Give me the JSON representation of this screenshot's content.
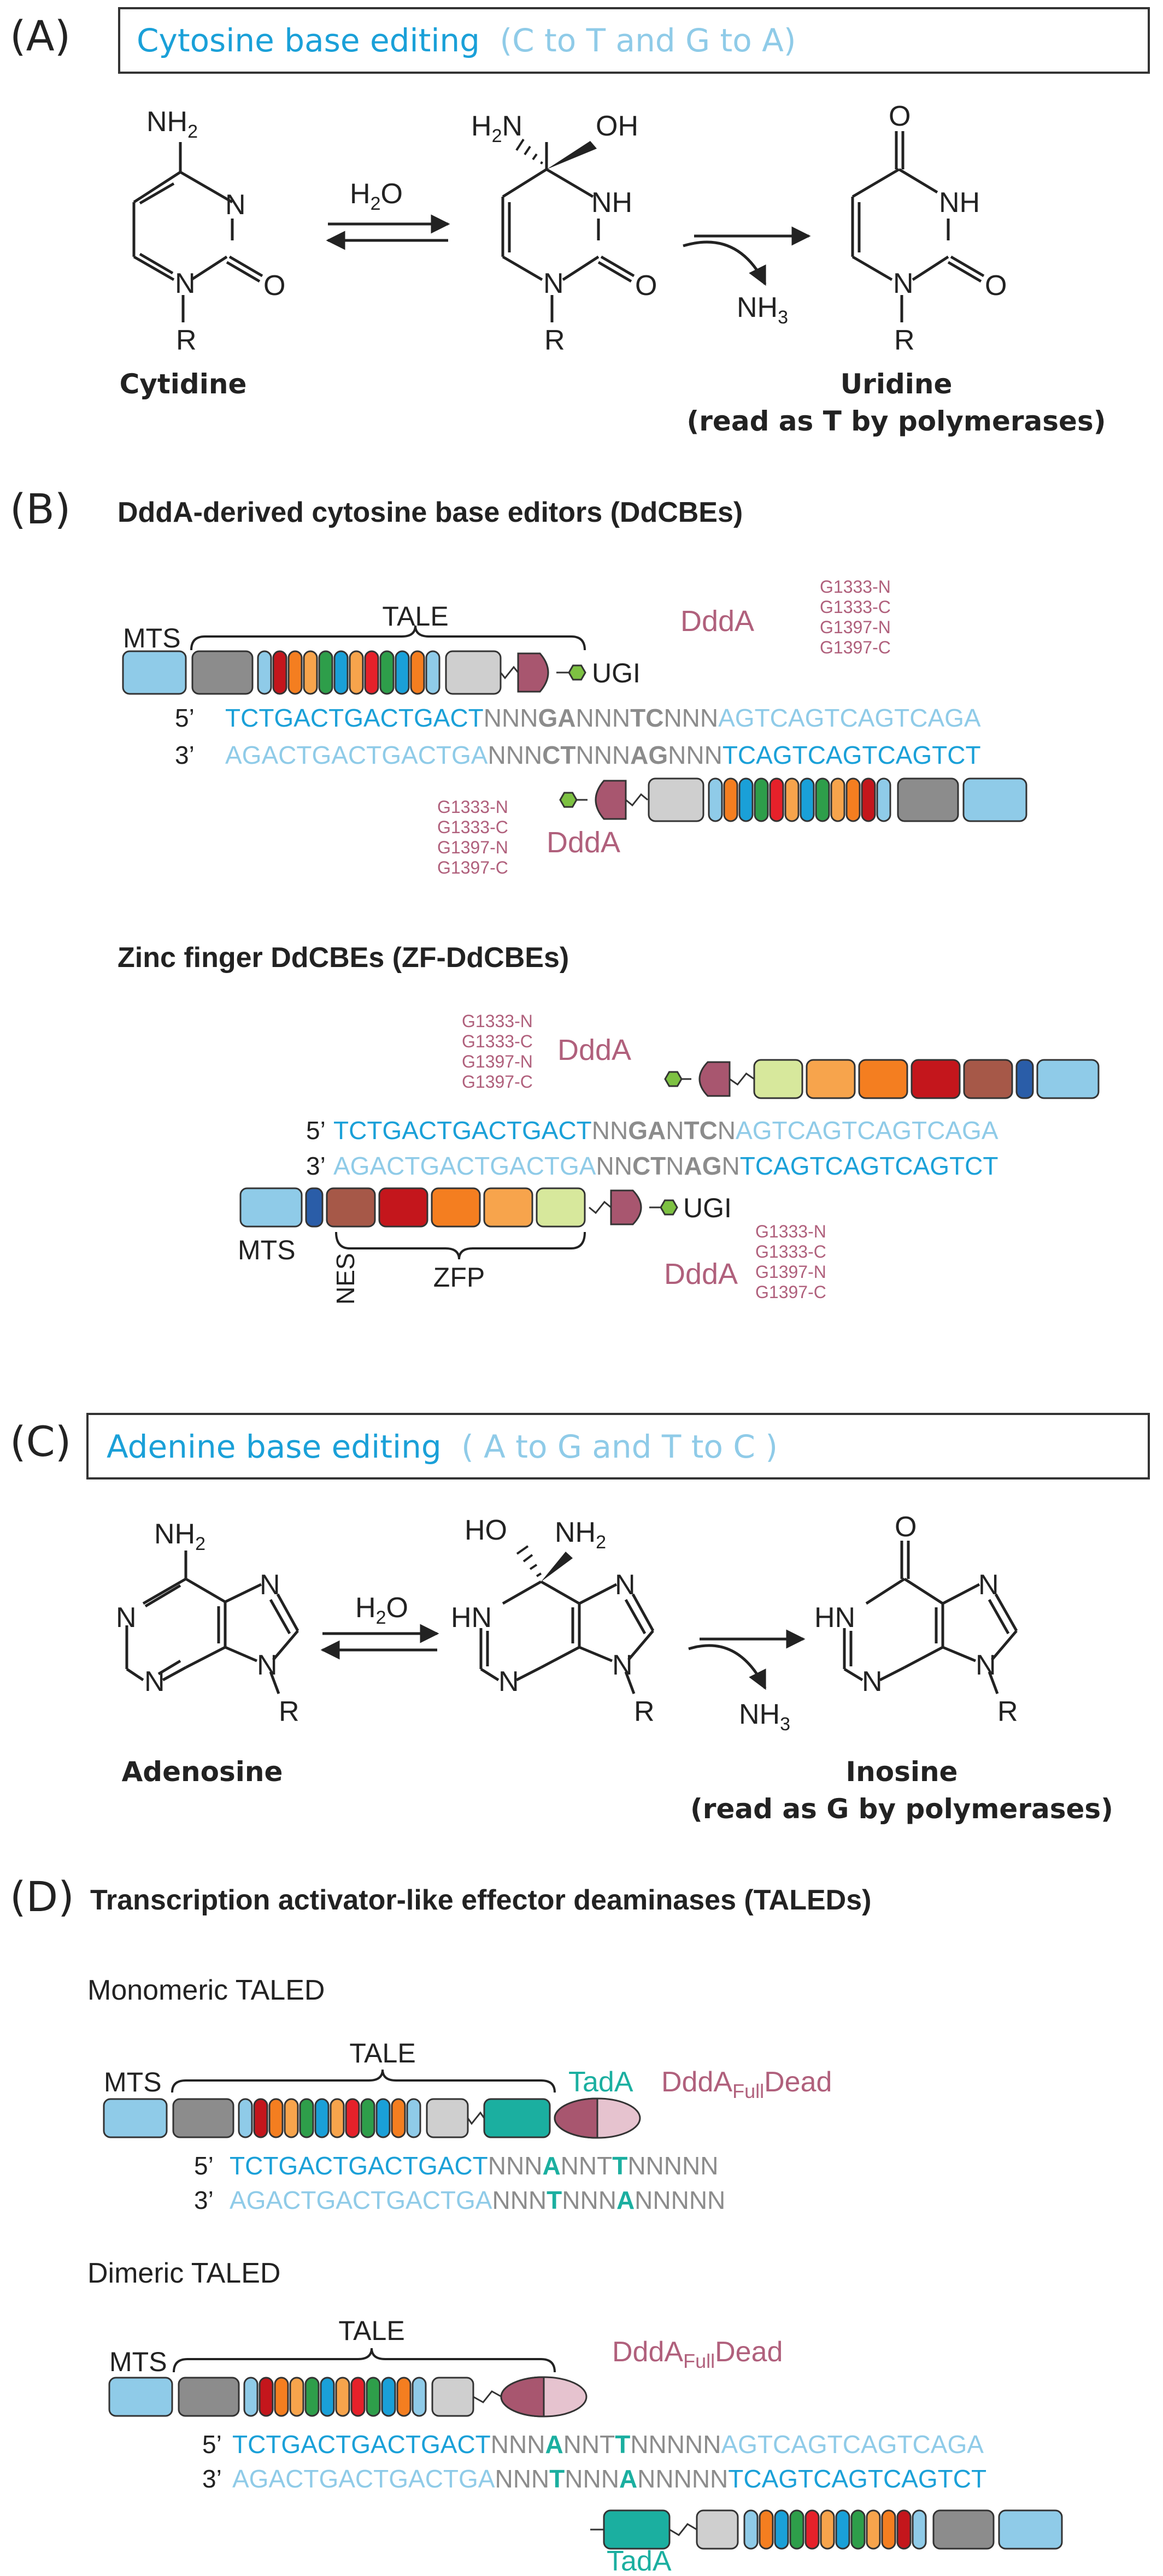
{
  "colors": {
    "blue": "#1AA0D8",
    "lightblue": "#8FCBE8",
    "gray": "#8C8C8C",
    "pink": "#B0607C",
    "teal": "#1BAFA0",
    "modules": [
      "#E6212A",
      "#C4161C",
      "#2E9E4A",
      "#F7A44C",
      "#F47E20",
      "#29B0E0",
      "#2A5DA8",
      "#A7D3EE",
      "#D7E89C",
      "#A65848"
    ]
  },
  "panelA": {
    "letter": "(A)",
    "title_main": "Cytosine base editing",
    "title_sub": "(C to T and G to A)",
    "cytidine": "Cytidine",
    "uridine": "Uridine",
    "uridine_note": "(read as T by polymerases)",
    "atoms": {
      "nh2": "NH",
      "sub2": "2",
      "n": "N",
      "o": "O",
      "r": "R",
      "nh": "NH",
      "h2n_h": "H",
      "h2n_n": "N",
      "oh": "OH",
      "h2o_h": "H",
      "h2o_o": "O",
      "nh3": "NH",
      "sub3": "3"
    }
  },
  "panelB": {
    "letter": "(B)",
    "title": "DddA-derived cytosine base editors (DdCBEs)",
    "mts": "MTS",
    "tale": "TALE",
    "ddda": "DddA",
    "ugi": "UGI",
    "splits": [
      "G1333-N",
      "G1333-C",
      "G1397-N",
      "G1397-C"
    ],
    "p5": "5’",
    "p3": "3’",
    "top1": "TCTGACTGACTGACT",
    "top2": "NNN",
    "top3": "GA",
    "top4": "NNN",
    "top5": "TC",
    "top6": "NNN",
    "top7": "AGTCAGTCAGTCAGA",
    "bot1": "AGACTGACTGACTGA",
    "bot2": "NNN",
    "bot3": "CT",
    "bot4": "NNN",
    "bot5": "AG",
    "bot6": "NNN",
    "bot7": "TCAGTCAGTCAGTCT",
    "zf_title": "Zinc finger DdCBEs (ZF-DdCBEs)",
    "zf_top1": "TCTGACTGACTGACT",
    "zf_top2": "NN",
    "zf_top3": "GA",
    "zf_top4": "N",
    "zf_top5": "TC",
    "zf_top6": "N",
    "zf_top7": "AGTCAGTCAGTCAGA",
    "zf_bot1": "AGACTGACTGACTGA",
    "zf_bot2": "NN",
    "zf_bot3": "CT",
    "zf_bot4": "N",
    "zf_bot5": "AG",
    "zf_bot6": "N",
    "zf_bot7": "TCAGTCAGTCAGTCT",
    "nes": "NES",
    "zfp": "ZFP"
  },
  "panelC": {
    "letter": "(C)",
    "title_main": "Adenine base editing",
    "title_sub": "( A to G and  T to C )",
    "adenosine": "Adenosine",
    "inosine": "Inosine",
    "inosine_note": "(read as G by polymerases)",
    "atoms": {
      "nh2": "NH",
      "sub2": "2",
      "n": "N",
      "o": "O",
      "r": "R",
      "hn": "HN",
      "ho": "HO",
      "h2o_h": "H",
      "h2o_o": "O",
      "nh3": "NH",
      "sub3": "3"
    }
  },
  "panelD": {
    "letter": "(D)",
    "title": "Transcription activator-like effector deaminases (TALEDs)",
    "mono_title": "Monomeric TALED",
    "di_title": "Dimeric TALED",
    "mts": "MTS",
    "tale": "TALE",
    "tada": "TadA",
    "ddda": "DddA",
    "ddda_sub": "Full",
    "ddda_dead": "Dead",
    "p5": "5’",
    "p3": "3’",
    "m_top1": "TCTGACTGACTGACT",
    "m_top2": "NNN",
    "m_top3": "A",
    "m_top4": "NNT",
    "m_top5": "T",
    "m_top6": "NNNNN",
    "m_bot1": "AGACTGACTGACTGA",
    "m_bot2": "NNN",
    "m_bot3": "T",
    "m_bot4": "NNN",
    "m_bot5": "A",
    "m_bot6": "NNNNN",
    "d_top1": "TCTGACTGACTGACT",
    "d_top2": "NNN",
    "d_top3": "A",
    "d_top4": "NNT",
    "d_top5": "T",
    "d_top6": "NNNNN",
    "d_top7": "AGTCAGTCAGTCAGA",
    "d_bot1": "AGACTGACTGACTGA",
    "d_bot2": "NNN",
    "d_bot3": "T",
    "d_bot4": "NNN",
    "d_bot5": "A",
    "d_bot6": "NNNNN",
    "d_bot7": "TCAGTCAGTCAGTCT"
  }
}
